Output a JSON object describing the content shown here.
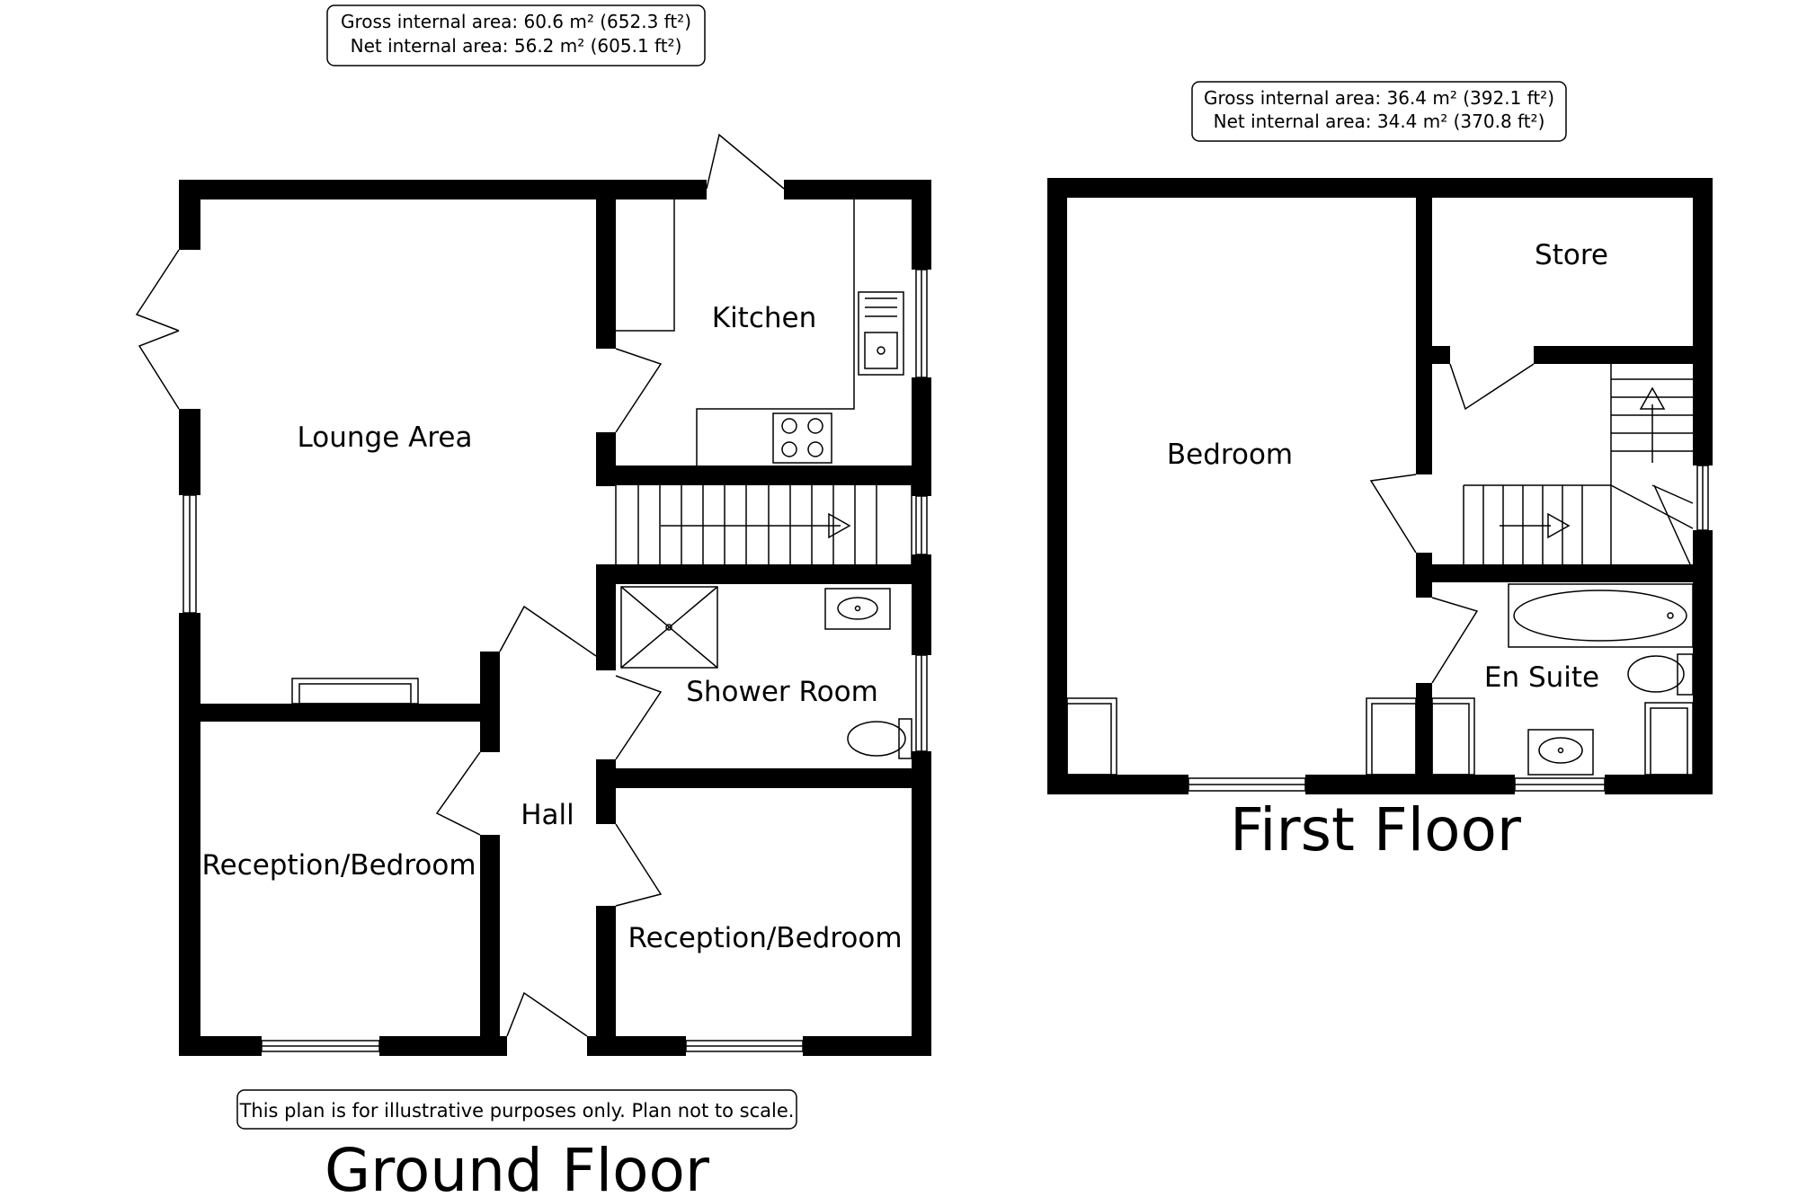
{
  "ground_floor": {
    "title": "Ground Floor",
    "gross_area": "Gross internal area: 60.6 m² (652.3 ft²)",
    "net_area": "Net internal area: 56.2 m² (605.1 ft²)",
    "disclaimer": "This plan is for illustrative purposes only. Plan not to scale.",
    "rooms": {
      "lounge": "Lounge Area",
      "kitchen": "Kitchen",
      "shower_room": "Shower Room",
      "hall": "Hall",
      "reception_left": "Reception/Bedroom",
      "reception_right": "Reception/Bedroom"
    }
  },
  "first_floor": {
    "title": "First Floor",
    "gross_area": "Gross internal area: 36.4 m² (392.1 ft²)",
    "net_area": "Net internal area: 34.4 m² (370.8 ft²)",
    "rooms": {
      "bedroom": "Bedroom",
      "store": "Store",
      "en_suite": "En Suite"
    }
  },
  "colors": {
    "wall": "#000000",
    "background": "#ffffff"
  }
}
